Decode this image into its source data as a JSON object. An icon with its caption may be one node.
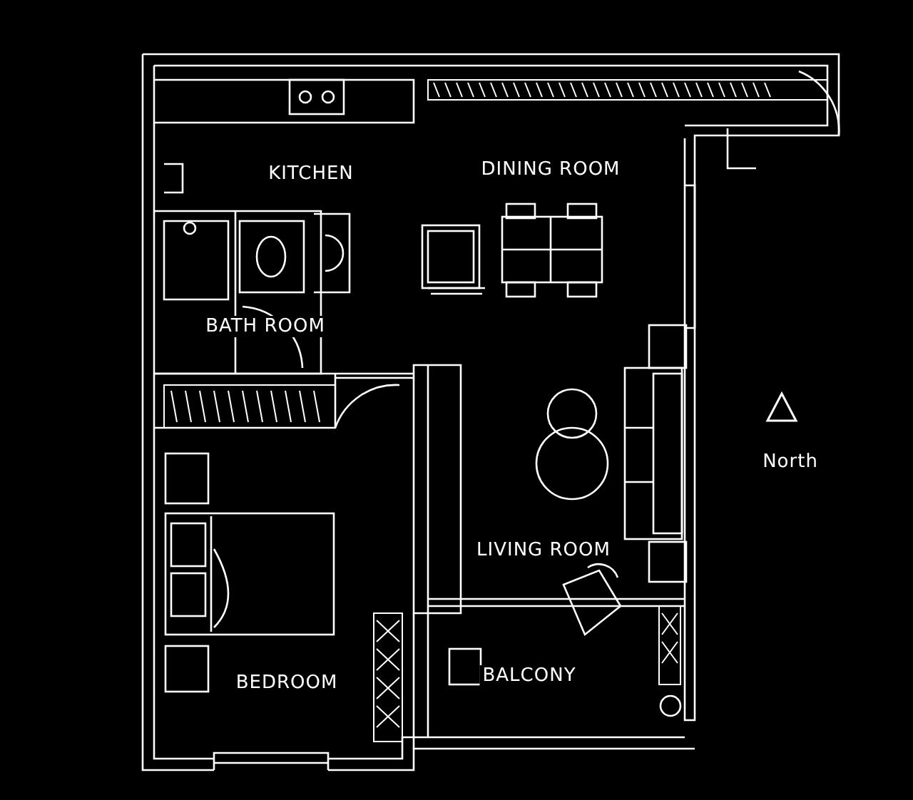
{
  "diagram": {
    "labels": [
      "KITCHEN",
      "DINING ROOM",
      "BATH ROOM",
      "LIVING ROOM",
      "BEDROOM",
      "BALCONY",
      "North"
    ]
  }
}
